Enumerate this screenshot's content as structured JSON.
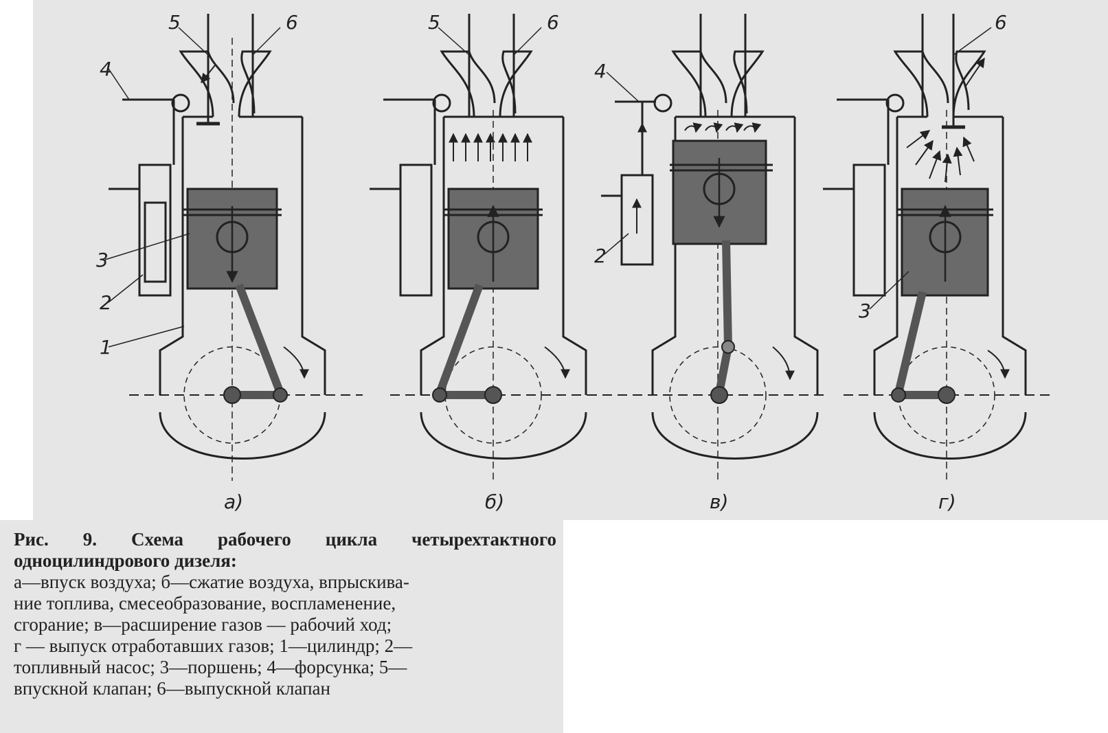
{
  "figure": {
    "panels": [
      {
        "id": "a",
        "label": "а)",
        "part_labels": [
          "1",
          "2",
          "3",
          "4",
          "5",
          "6"
        ]
      },
      {
        "id": "b",
        "label": "б)",
        "part_labels": [
          "5",
          "6"
        ]
      },
      {
        "id": "v",
        "label": "в)",
        "part_labels": [
          "2",
          "4"
        ]
      },
      {
        "id": "g",
        "label": "г)",
        "part_labels": [
          "3",
          "6"
        ]
      }
    ]
  },
  "caption": {
    "title": "Рис. 9. Схема рабочего цикла четырехтактного одноцилиндрового дизеля:",
    "lines": [
      "а—впуск воздуха; б—сжатие воздуха, впрыскива-",
      "ние топлива, смесеобразование, воспламенение,",
      "сгорание; в—расширение газов — рабочий ход;",
      "г — выпуск отработавших газов; 1—цилиндр; 2—",
      "топливный насос; 3—поршень; 4—форсунка; 5—",
      "впускной клапан; 6—выпускной клапан"
    ]
  }
}
